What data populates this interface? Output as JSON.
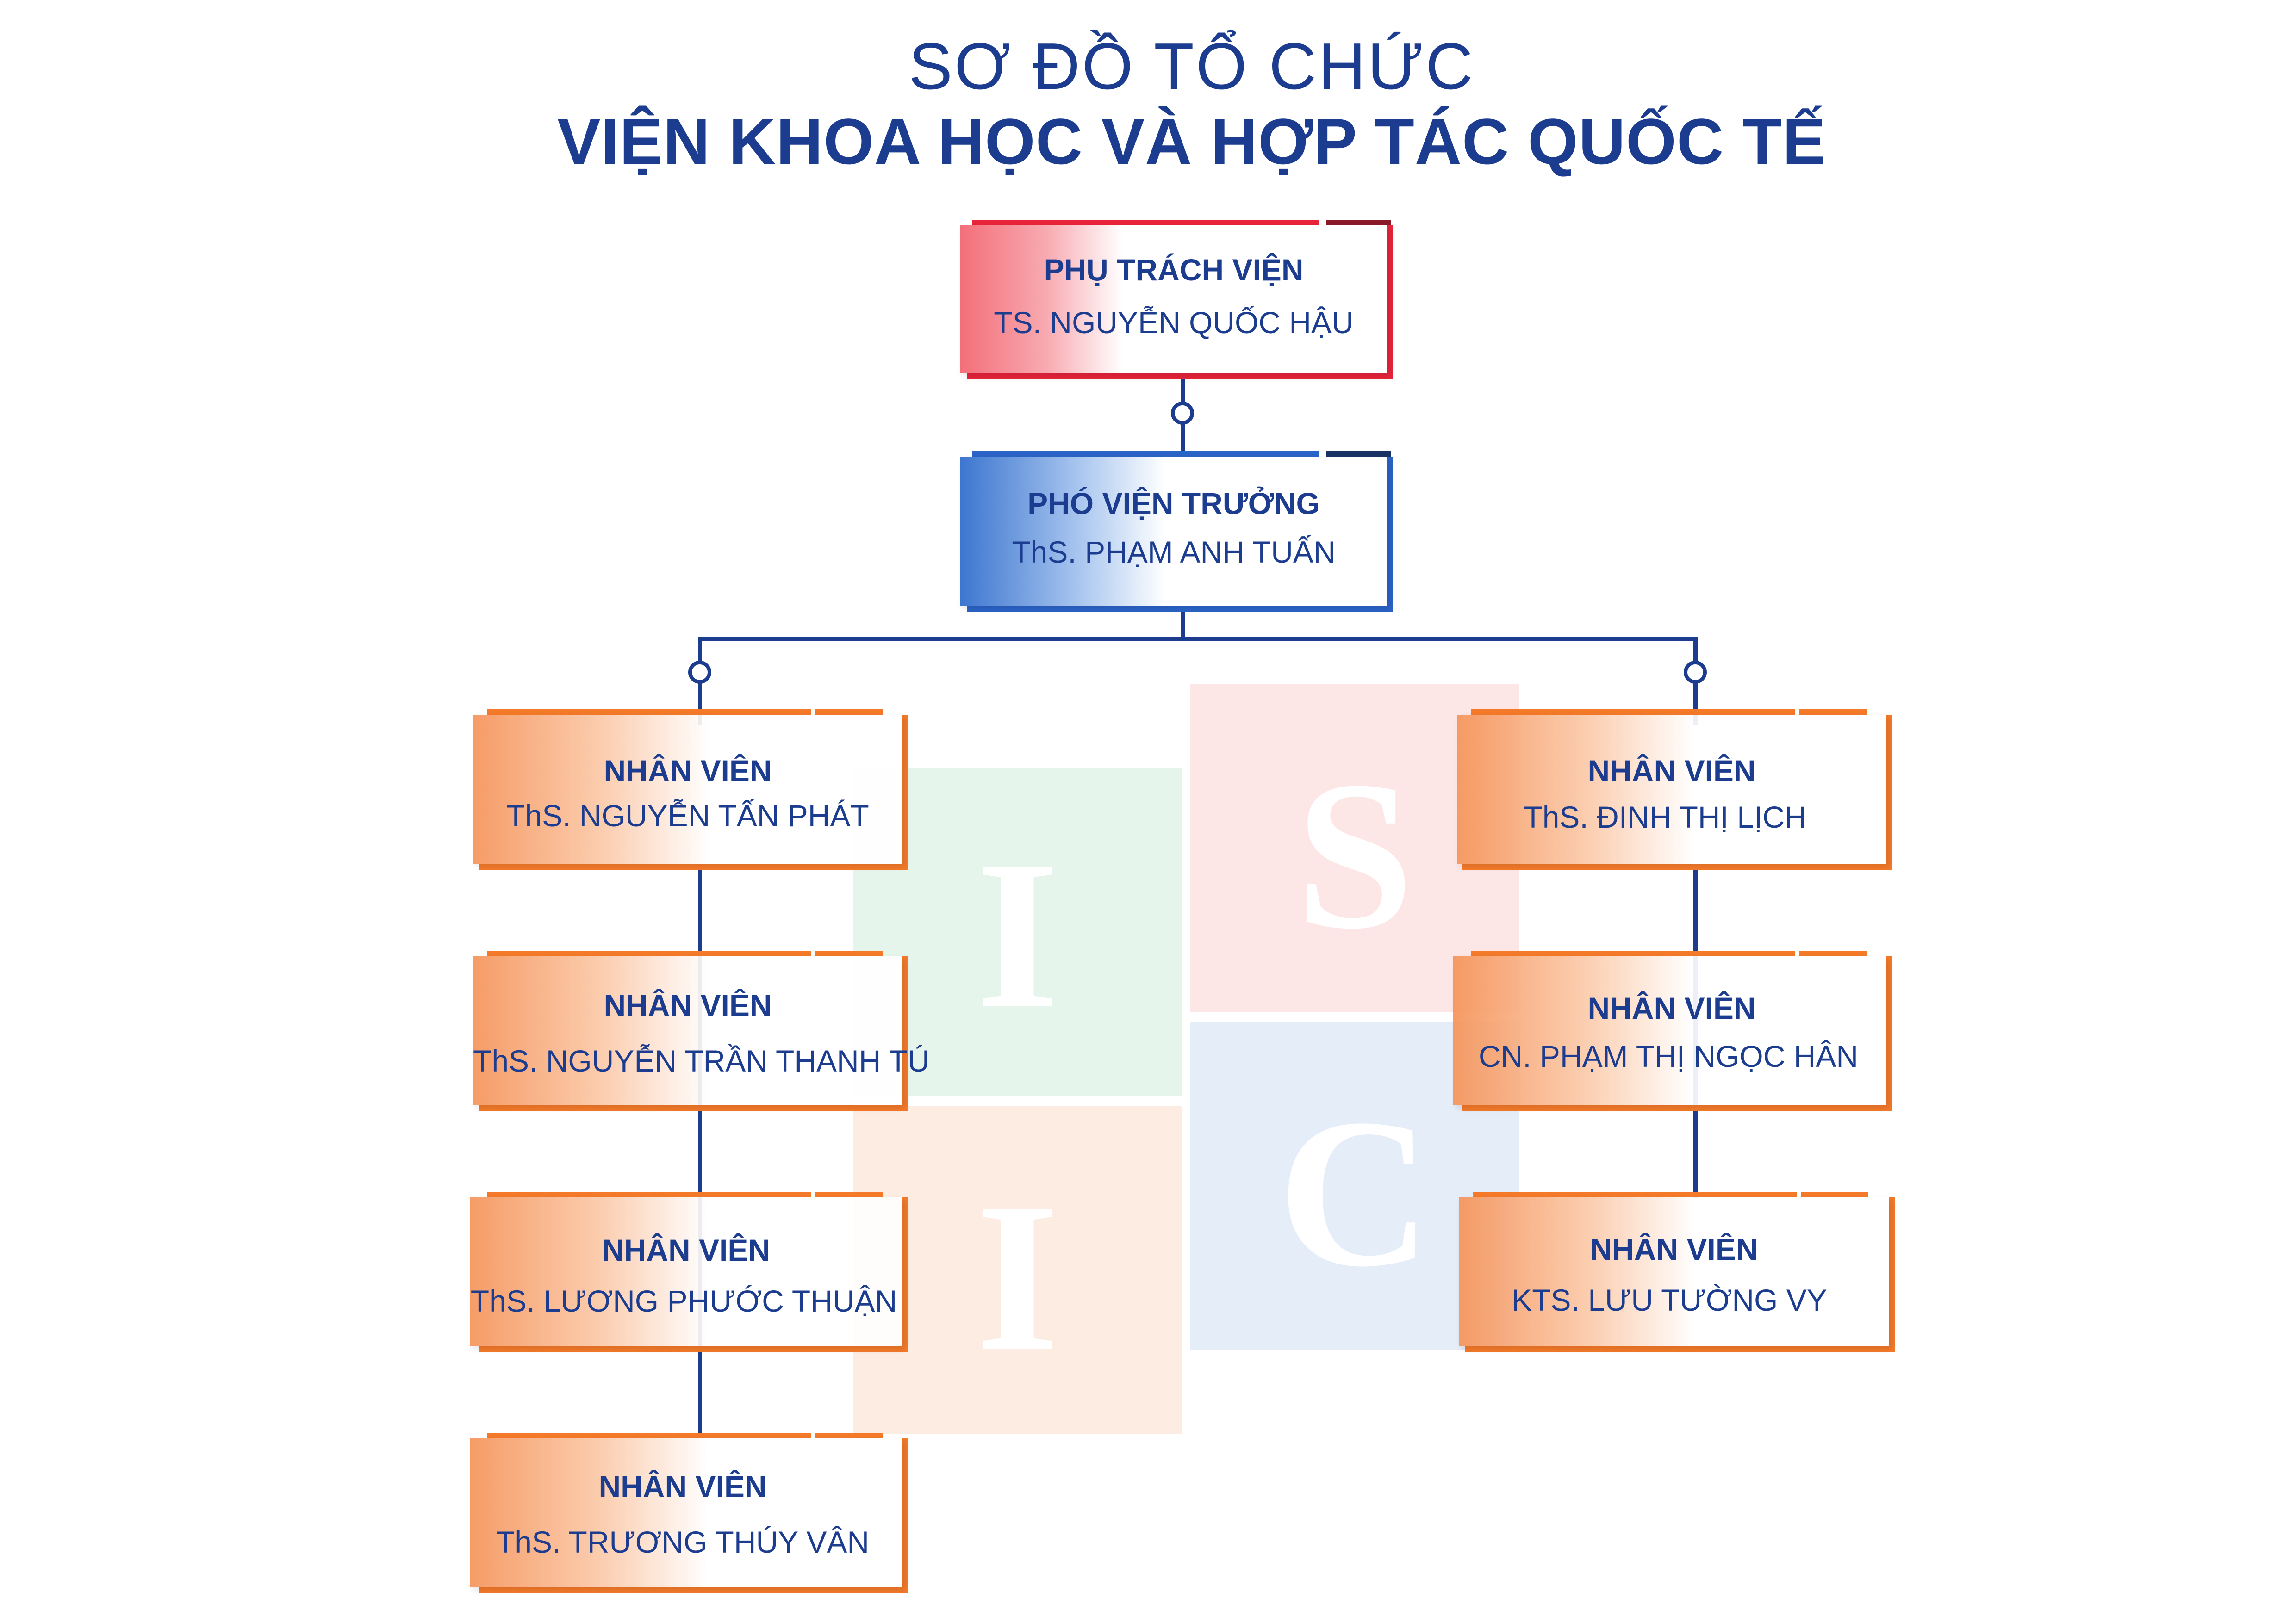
{
  "title": {
    "line1": "SƠ ĐỒ TỔ CHỨC",
    "line2": "VIỆN KHOA HỌC VÀ HỢP TÁC QUỐC TẾ"
  },
  "watermark": {
    "letters": [
      "I",
      "S",
      "I",
      "C"
    ],
    "colors": [
      "#e6f5ec",
      "#fde6e6",
      "#fdece2",
      "#e4edf8"
    ]
  },
  "colors": {
    "title": "#1c3d8f",
    "red": "#e8243a",
    "blue": "#2b64c8",
    "orange": "#f47a2a",
    "line": "#1c3d8f",
    "text": "#1c3d8f"
  },
  "director": {
    "role": "PHỤ TRÁCH VIỆN",
    "name": "TS. NGUYỄN QUỐC HẬU"
  },
  "vice_director": {
    "role": "PHÓ VIỆN TRƯỞNG",
    "name": "ThS. PHẠM ANH TUẤN"
  },
  "staff_left": [
    {
      "role": "NHÂN VIÊN",
      "name": "ThS. NGUYỄN TẤN PHÁT"
    },
    {
      "role": "NHÂN VIÊN",
      "name": "ThS. NGUYỄN TRẦN THANH TÚ"
    },
    {
      "role": "NHÂN VIÊN",
      "name": "ThS. LƯƠNG PHƯỚC THUẬN"
    },
    {
      "role": "NHÂN VIÊN",
      "name": "ThS. TRƯƠNG THÚY VÂN"
    }
  ],
  "staff_right": [
    {
      "role": "NHÂN VIÊN",
      "name": "ThS. ĐINH THỊ LỊCH"
    },
    {
      "role": "NHÂN VIÊN",
      "name": "CN. PHẠM THỊ NGỌC HÂN"
    },
    {
      "role": "NHÂN VIÊN",
      "name": "KTS. LƯU TƯỜNG VY"
    }
  ]
}
